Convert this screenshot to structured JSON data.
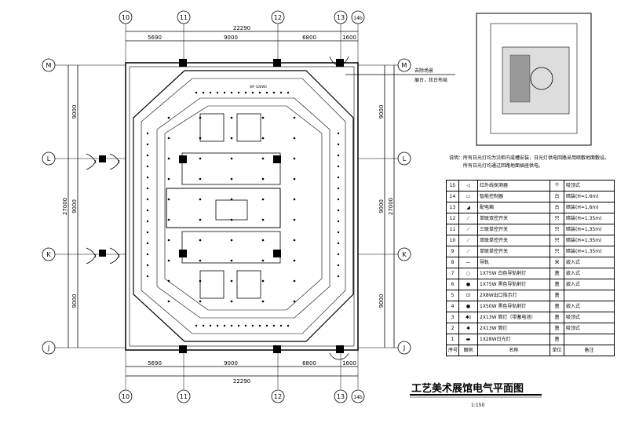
{
  "drawing": {
    "title": "工艺美术展馆电气平面图",
    "scale": "1:150",
    "annotation_line1": "去除场景",
    "annotation_line2": "展台，炫台布局",
    "device_label": "WF-100W0"
  },
  "axes": {
    "columns": [
      "10",
      "11",
      "12",
      "13",
      "14b"
    ],
    "rows": [
      "M",
      "L",
      "K",
      "J"
    ]
  },
  "dimensions": {
    "total_width": "22290",
    "column_spans": [
      "5690",
      "9000",
      "6800",
      "1600"
    ],
    "total_height": "27000",
    "row_spans": [
      "9000",
      "9000",
      "9000"
    ]
  },
  "notes": {
    "line1": "说明：所有日光灯均为沿柜内或槽安装，日光灯供电回路采用暗敷地面敷设。",
    "line2": "所有日光灯均通过回路地面插座供电。"
  },
  "legend": {
    "header": {
      "no": "序号",
      "symbol": "图例",
      "name": "名称",
      "unit": "单位",
      "remark": "备注"
    },
    "rows": [
      {
        "no": "15",
        "icon": "infrared-detector",
        "name": "红外线探测器",
        "unit": "个",
        "remark": "吸顶式"
      },
      {
        "no": "14",
        "icon": "smart-controller",
        "name": "智能控制器",
        "unit": "台",
        "remark": "暗装(H=1.6m)"
      },
      {
        "no": "13",
        "icon": "distribution-box",
        "name": "配电箱",
        "unit": "台",
        "remark": "暗装(H=1.6m)"
      },
      {
        "no": "12",
        "icon": "switch",
        "name": "单联双控开关",
        "unit": "只",
        "remark": "暗装(H=1.35m)"
      },
      {
        "no": "11",
        "icon": "switch",
        "name": "三联单控开关",
        "unit": "只",
        "remark": "暗装(H=1.35m)"
      },
      {
        "no": "10",
        "icon": "switch",
        "name": "双联单控开关",
        "unit": "只",
        "remark": "暗装(H=1.35m)"
      },
      {
        "no": "9",
        "icon": "switch",
        "name": "单联单控开关",
        "unit": "只",
        "remark": "暗装(H=1.35m)"
      },
      {
        "no": "8",
        "icon": "track",
        "name": "导轨",
        "unit": "米",
        "remark": "嵌入式"
      },
      {
        "no": "7",
        "icon": "spotlight-white",
        "name": "1X75W 白色导轨射灯",
        "unit": "盏",
        "remark": "嵌入式"
      },
      {
        "no": "6",
        "icon": "spotlight-black",
        "name": "1X75W 黑色导轨射灯",
        "unit": "盏",
        "remark": "嵌入式"
      },
      {
        "no": "5",
        "icon": "exit-sign",
        "name": "2X8W出口指示灯",
        "unit": "盏",
        "remark": ""
      },
      {
        "no": "4",
        "icon": "spotlight-black",
        "name": "1X50W 黑色导轨射灯",
        "unit": "盏",
        "remark": "嵌入式"
      },
      {
        "no": "3",
        "icon": "downlight-battery",
        "name": "2X13W 筒灯（带蓄电池）",
        "unit": "盏",
        "remark": "吸顶式"
      },
      {
        "no": "2",
        "icon": "downlight",
        "name": "2X13W 筒灯",
        "unit": "盏",
        "remark": "吸顶式"
      },
      {
        "no": "1",
        "icon": "fluorescent",
        "name": "1X28W日光灯",
        "unit": "盏",
        "remark": ""
      }
    ],
    "symbols": {
      "infrared-detector": "◁",
      "smart-controller": "▭",
      "distribution-box": "◢",
      "switch": "⟋",
      "track": "—",
      "spotlight-white": "○",
      "spotlight-black": "●",
      "exit-sign": "⊡",
      "downlight-battery": "✱ɪ",
      "downlight": "✱",
      "fluorescent": "▬"
    }
  }
}
